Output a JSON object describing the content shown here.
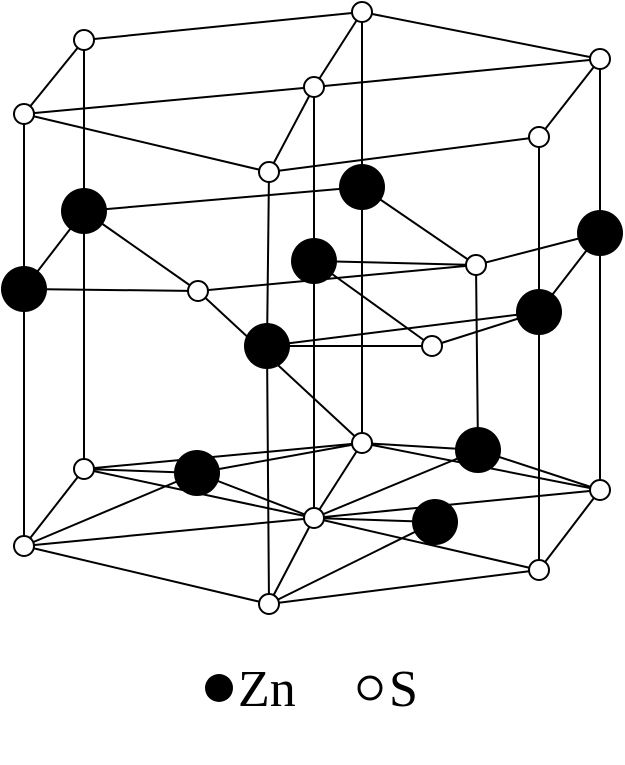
{
  "diagram": {
    "type": "wurtzite-crystal-structure",
    "colors": {
      "line": "#000000",
      "zn_fill": "#000000",
      "s_fill": "#ffffff",
      "s_stroke": "#000000"
    }
  },
  "legend": {
    "zn": {
      "label": "Zn",
      "marker": "filled-circle"
    },
    "s": {
      "label": "S",
      "marker": "open-circle"
    }
  }
}
